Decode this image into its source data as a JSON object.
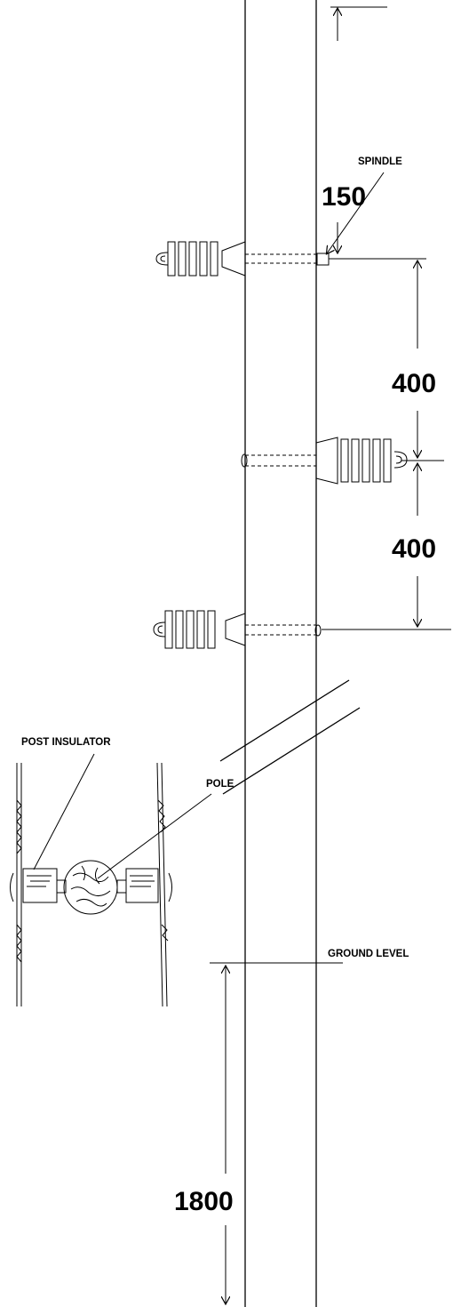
{
  "labels": {
    "spindle": "SPINDLE",
    "post_insulator": "POST INSULATOR",
    "pole": "POLE",
    "ground_level": "GROUND LEVEL"
  },
  "dimensions": {
    "top_to_spindle": "150",
    "spindle_to_second": "400",
    "second_to_third": "400",
    "ground_depth": "1800"
  }
}
